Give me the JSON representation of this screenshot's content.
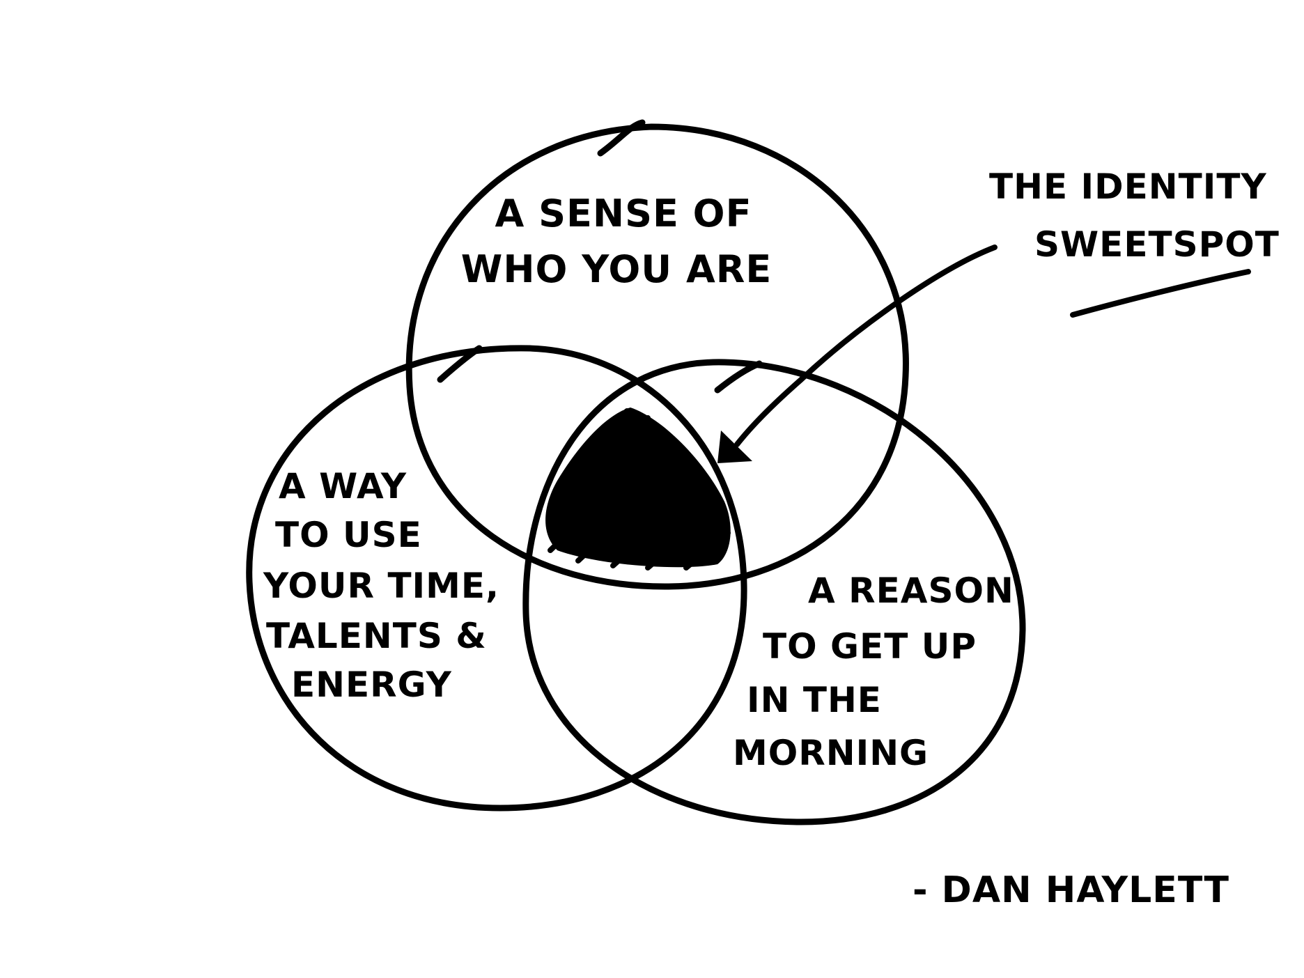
{
  "circles": {
    "top": {
      "lines": [
        "A SENSE OF",
        "WHO YOU ARE"
      ]
    },
    "left": {
      "lines": [
        "A WAY",
        "TO USE",
        "YOUR TIME,",
        "TALENTS &",
        "ENERGY"
      ]
    },
    "right": {
      "lines": [
        "A REASON",
        "TO GET UP",
        "IN THE",
        "MORNING"
      ]
    }
  },
  "callout": {
    "lines": [
      "THE IDENTITY",
      "SWEETSPOT"
    ]
  },
  "signature": "- DAN HAYLETT",
  "colors": {
    "ink": "#000000",
    "paper": "#ffffff"
  }
}
